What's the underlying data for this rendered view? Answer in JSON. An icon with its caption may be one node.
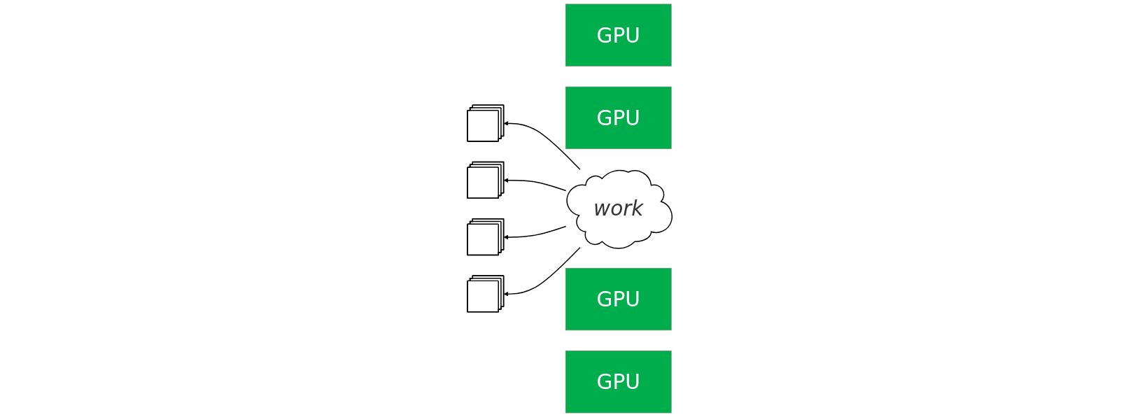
{
  "diagram": {
    "nodes": [
      {
        "text": [
          "GPU"
        ]
      },
      {
        "text": [],
        "shape": "box"
      },
      {
        "text": [
          "GPU"
        ]
      },
      {
        "text": [],
        "shape": "box"
      },
      {
        "text": [
          "work"
        ]
      },
      {
        "text": [
          "GPU"
        ]
      },
      {
        "text": [],
        "shape": "box"
      },
      {
        "text": [
          "GPU"
        ]
      },
      {
        "text": [],
        "shape": "box"
      }
    ],
    "edges": [
      {
        "from": 4,
        "to": 1,
        "arrow": "to"
      },
      {
        "from": 4,
        "to": 3,
        "arrow": "to"
      },
      {
        "from": 4,
        "to": 6,
        "arrow": "to"
      },
      {
        "from": 4,
        "to": 8,
        "arrow": "to"
      }
    ]
  }
}
